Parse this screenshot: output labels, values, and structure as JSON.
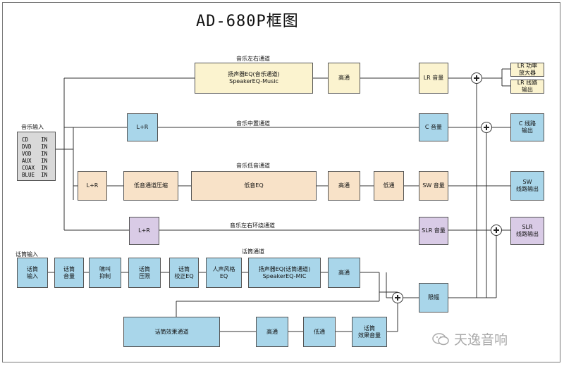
{
  "title": "AD-680P框图",
  "labels": {
    "music_input": "音乐输入",
    "lr_channel": "音乐左右通道",
    "center_channel": "音乐中置通道",
    "bass_channel": "音乐低音通道",
    "surround_channel": "音乐左右环绕通道",
    "mic_input": "话筒输入",
    "mic_channel": "话筒通道"
  },
  "inputs": [
    "CD    IN",
    "DVD   IN",
    "VOD   IN",
    "AUX   IN",
    "COAX  IN",
    "BLUE  IN"
  ],
  "boxes": {
    "speaker_eq_music": "扬声器EQ(音乐通道)\nSpeakerEQ-Music",
    "lr_highpass": "高通",
    "lr_volume": "LR 音量",
    "lr_amp": "LR 功率\n放大器",
    "lr_line_out": "LR 线路\n输出",
    "c_sum_lr": "L+R",
    "c_volume": "C 音量",
    "c_line_out": "C 线路\n输出",
    "sw_sum_lr": "L+R",
    "sw_compressor": "低音通道压缩",
    "sw_eq": "低音EQ",
    "sw_highpass": "高通",
    "sw_lowpass": "低通",
    "sw_volume": "SW 音量",
    "sw_line_out": "SW\n线路输出",
    "slr_sum_lr": "L+R",
    "slr_volume": "SLR 音量",
    "slr_line_out": "SLR\n线路输出",
    "mic_input": "话筒\n输入",
    "mic_volume": "话筒\n音量",
    "mic_feedback": "啸叫\n抑制",
    "mic_compressor": "话筒\n压限",
    "mic_correction_eq": "话筒\n校正EQ",
    "mic_voice_eq": "人声风格\nEQ",
    "speaker_eq_mic": "扬声器EQ(话筒通道)\nSpeakerEQ-MIC",
    "mic_highpass": "高通",
    "limiter": "限幅",
    "mic_effect_channel": "话筒效果通道",
    "effect_highpass": "高通",
    "effect_lowpass": "低通",
    "effect_volume": "话筒\n效果音量"
  },
  "watermark": "天逸音响",
  "colors": {
    "cream": "#fbf3cf",
    "peach": "#f8e2c8",
    "blue": "#a9d6ea",
    "purple": "#d9cbe6",
    "grey": "#d9d9d9"
  }
}
